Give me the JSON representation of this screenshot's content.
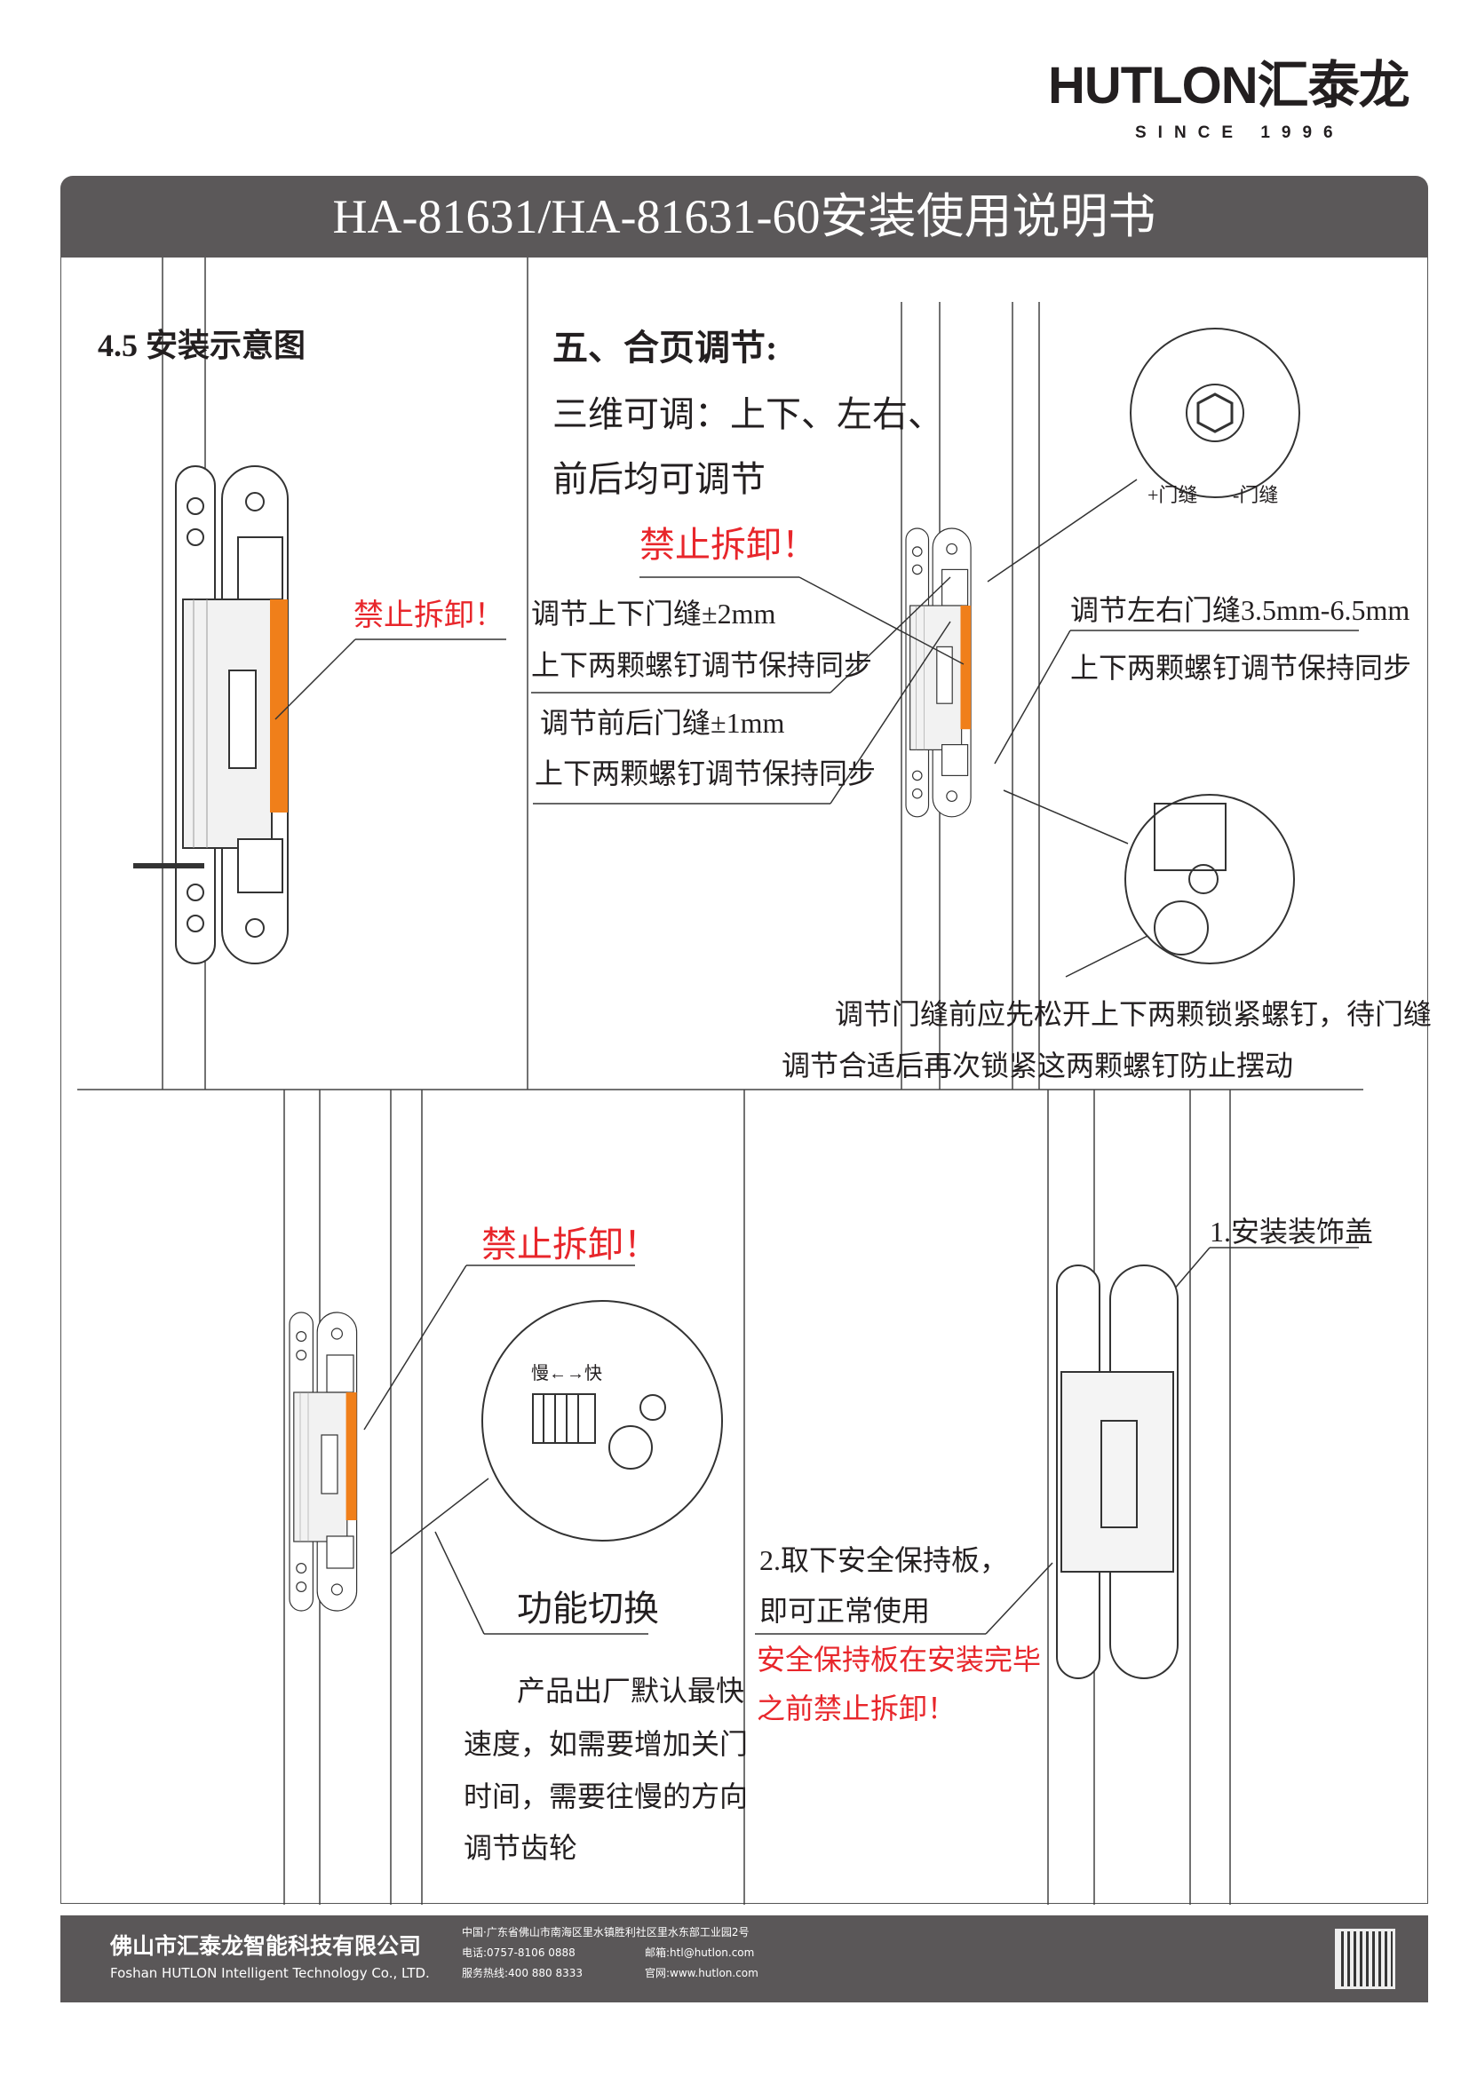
{
  "logo": {
    "brand": "HUTLON汇泰龙",
    "since": "SINCE 1996"
  },
  "title": "HA-81631/HA-81631-60安装使用说明书",
  "section45": {
    "heading": "4.5 安装示意图",
    "warning": "禁止拆卸！"
  },
  "section5": {
    "heading": "五、合页调节:",
    "intro": [
      "三维可调：上下、左右、",
      "前后均可调节"
    ],
    "warning": "禁止拆卸！",
    "vertical": [
      "调节上下门缝±2mm",
      "上下两颗螺钉调节保持同步"
    ],
    "depth": [
      "调节前后门缝±1mm",
      "上下两颗螺钉调节保持同步"
    ],
    "lateral": [
      "调节左右门缝3.5mm-6.5mm",
      "上下两颗螺钉调节保持同步"
    ],
    "gap_plus": "+门缝",
    "gap_minus": "-门缝",
    "note": [
      "调节门缝前应先松开上下两颗锁紧螺钉，待门缝",
      "调节合适后再次锁紧这两颗螺钉防止摆动"
    ]
  },
  "bottom": {
    "warning": "禁止拆卸！",
    "speed_label": "慢←→快",
    "function_switch": "功能切换",
    "function_desc": [
      "产品出厂默认最快",
      "速度，如需要增加关门",
      "时间，需要往慢的方向",
      "调节齿轮"
    ],
    "step2": [
      "2.取下安全保持板，",
      "即可正常使用"
    ],
    "step2_warning": [
      "安全保持板在安装完毕",
      "之前禁止拆卸！"
    ],
    "step1": "1.安装装饰盖"
  },
  "footer": {
    "company_cn": "佛山市汇泰龙智能科技有限公司",
    "company_en": "Foshan HUTLON Intelligent Technology Co., LTD.",
    "address": "中国·广东省佛山市南海区里水镇胜利社区里水东部工业园2号",
    "phone": "电话:0757-8106 0888",
    "email": "邮箱:htl@hutlon.com",
    "hotline": "服务热线:400 880 8333",
    "website": "官网:www.hutlon.com"
  },
  "colors": {
    "accent": "#f07f1a",
    "warning": "#e8262b",
    "bar": "#5b5859"
  }
}
